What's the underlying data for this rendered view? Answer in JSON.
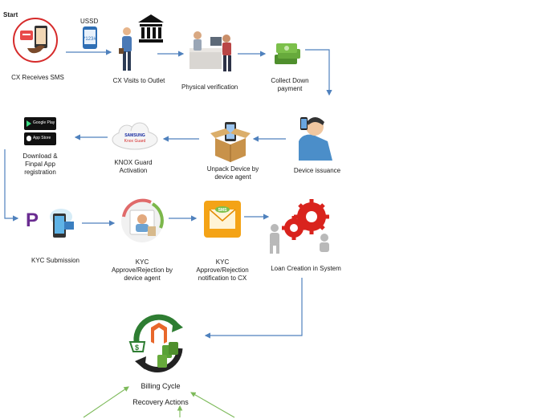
{
  "diagram": {
    "colors": {
      "arrow": "#4f81bd",
      "green_arrow": "#7dba5a",
      "start_circle": "#d62b2b",
      "gear": "#d9231d",
      "bank": "#111111",
      "envelope": "#f4a316",
      "cash": "#58a236",
      "box": "#c8924a"
    },
    "steps": {
      "start": "Start",
      "ussd": "USSD",
      "ussd_code": "*123#",
      "receives_sms": "CX Receives SMS",
      "visits_outlet": "CX Visits to Outlet",
      "physical_verification": "Physical verification",
      "collect_down_payment": "Collect Down payment",
      "device_issuance": "Device issuance",
      "unpack_device": "Unpack Device by device agent",
      "knox_activation": "KNOX Guard Activation",
      "knox_brand": "SAMSUNG",
      "knox_name": "Knox Guard",
      "download_app": "Download & Finpal App registration",
      "google_play": "Google Play",
      "app_store": "App Store",
      "kyc_submission": "KYC Submission",
      "kyc_approval": "KYC Approve/Rejection by device agent",
      "kyc_notification": "KYC Approve/Rejection notification to CX",
      "sms_tag": "SMS",
      "loan_creation": "Loan Creation in System",
      "billing_cycle": "Billing Cycle",
      "recovery_actions": "Recovery Actions"
    },
    "icons": [
      "phone-sms-icon",
      "ussd-phone-icon",
      "walking-customer-icon",
      "bank-icon",
      "office-verification-icon",
      "cash-stack-icon",
      "person-phone-icon",
      "open-box-icon",
      "knox-cloud-icon",
      "app-store-badges-icon",
      "paypal-phone-icon",
      "kyc-profile-icon",
      "envelope-sms-icon",
      "gears-people-icon",
      "billing-cycle-icon"
    ]
  }
}
